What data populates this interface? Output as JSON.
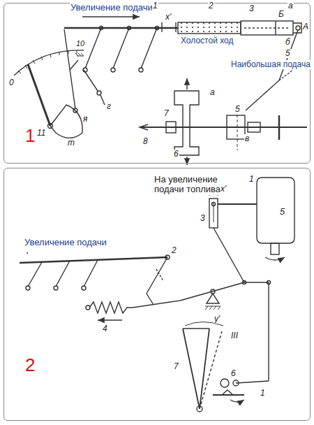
{
  "diagram": {
    "nodes": [
      {
        "text": [
          "1"
        ]
      },
      {
        "text": [
          "2"
        ]
      }
    ],
    "labels": [
      "Увеличение подачи",
      "1",
      "2",
      "3",
      "Б",
      "а",
      "А",
      "х'",
      "Холостой ход",
      "б",
      "5",
      "Наибольшая подача",
      "0",
      "10",
      "11",
      "m",
      "я",
      "г",
      "8",
      "7",
      "6",
      "5",
      "а",
      "в",
      "На увеличение подачи топлива",
      "х'",
      "1",
      "3",
      "5",
      "Увеличение подачи",
      "2",
      "4",
      "у'",
      "III",
      "7",
      "6",
      "1"
    ]
  }
}
